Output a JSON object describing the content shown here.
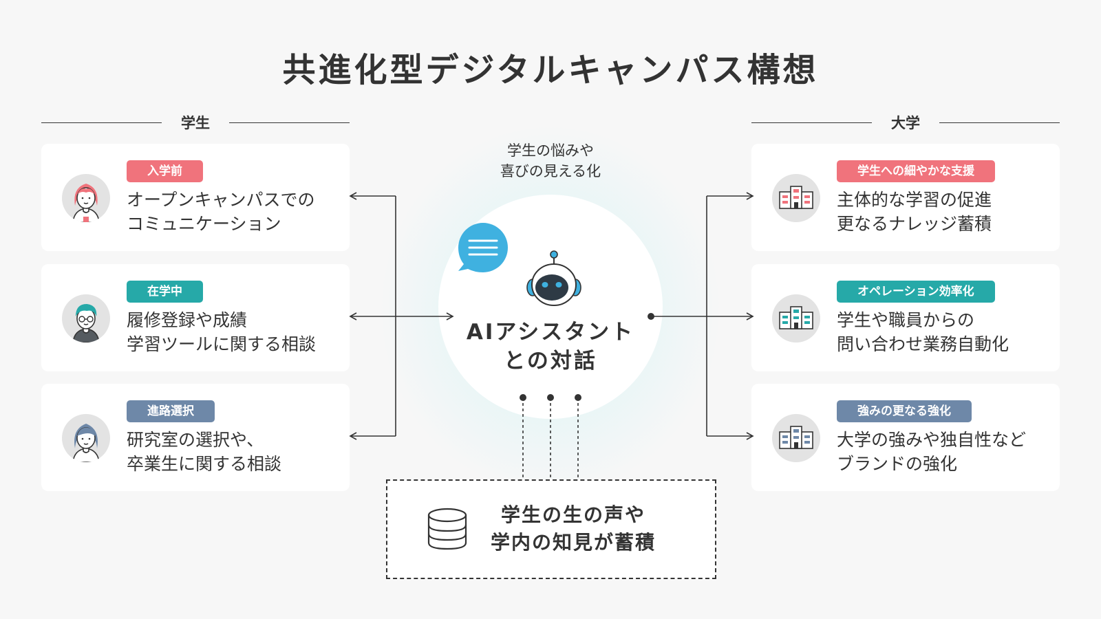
{
  "title": "共進化型デジタルキャンパス構想",
  "left_section": {
    "heading": "学生",
    "cards": [
      {
        "tag": "入学前",
        "line1": "オープンキャンパスでの",
        "line2": "コミュニケーション"
      },
      {
        "tag": "在学中",
        "line1": "履修登録や成績",
        "line2": "学習ツールに関する相談"
      },
      {
        "tag": "進路選択",
        "line1": "研究室の選択や、",
        "line2": "卒業生に関する相談"
      }
    ]
  },
  "right_section": {
    "heading": "大学",
    "cards": [
      {
        "tag": "学生への細やかな支援",
        "line1": "主体的な学習の促進",
        "line2": "更なるナレッジ蓄積"
      },
      {
        "tag": "オペレーション効率化",
        "line1": "学生や職員からの",
        "line2": "問い合わせ業務自動化"
      },
      {
        "tag": "強みの更なる強化",
        "line1": "大学の強みや独自性など",
        "line2": "ブランドの強化"
      }
    ]
  },
  "center": {
    "caption_line1": "学生の悩みや",
    "caption_line2": "喜びの見える化",
    "ai_line1": "AIアシスタント",
    "ai_line2": "との対話"
  },
  "database": {
    "line1": "学生の生の声や",
    "line2": "学内の知見が蓄積"
  },
  "colors": {
    "tag_pink": "#f0737c",
    "tag_teal": "#26a9a8",
    "tag_slate": "#6e88a8",
    "bubble_blue": "#3fb1e0",
    "text": "#333333",
    "background": "#f7f7f7"
  }
}
